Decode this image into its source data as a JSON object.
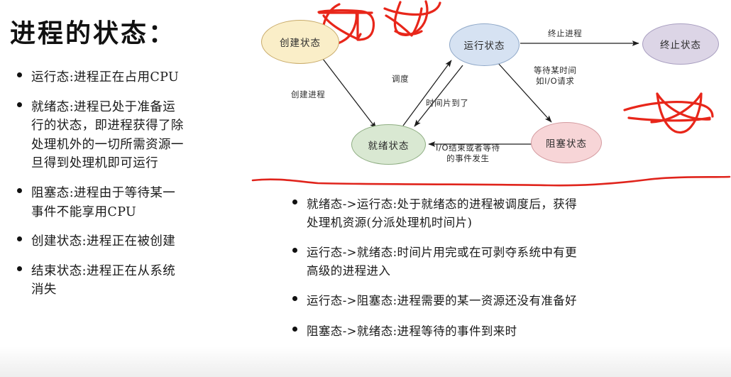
{
  "slide": {
    "title": "进程的状态：",
    "left_bullets": [
      "运行态:进程正在占用CPU",
      "就绪态:进程已处于准备运\n行的状态，即进程获得了除\n处理机外的一切所需资源一\n旦得到处理机即可运行",
      "阻塞态:进程由于等待某一\n事件不能享用CPU",
      "创建状态:进程正在被创建",
      "结束状态:进程正在从系统\n消失"
    ],
    "transition_bullets": [
      "就绪态->运行态:处于就绪态的进程被调度后，获得\n处理机资源(分派处理机时间片)",
      "运行态->就绪态:时间片用完或在可剥夺系统中有更\n高级的进程进入",
      "运行态->阻塞态:进程需要的某一资源还没有准备好",
      "阻塞态->就绪态:进程等待的事件到来时"
    ]
  },
  "diagram": {
    "nodes": [
      {
        "id": "create",
        "label": "创建状态",
        "fill": "#faeec8",
        "stroke": "#c9ab6a"
      },
      {
        "id": "run",
        "label": "运行状态",
        "fill": "#d6e2f2",
        "stroke": "#8fa8c8"
      },
      {
        "id": "terminate",
        "label": "终止状态",
        "fill": "#dcd5e6",
        "stroke": "#a89ec0"
      },
      {
        "id": "ready",
        "label": "就绪状态",
        "fill": "#d9e8d2",
        "stroke": "#8fae83"
      },
      {
        "id": "blocked",
        "label": "阻塞状态",
        "fill": "#f7d5d7",
        "stroke": "#d49ba0"
      }
    ],
    "edges": [
      {
        "from": "create",
        "to": "ready",
        "label": "创建进程"
      },
      {
        "from": "ready",
        "to": "run",
        "label": "调度"
      },
      {
        "from": "run",
        "to": "ready",
        "label": "时间片到了"
      },
      {
        "from": "run",
        "to": "terminate",
        "label": "终止进程"
      },
      {
        "from": "run",
        "to": "blocked",
        "label": "等待某时间\n如I/O请求"
      },
      {
        "from": "blocked",
        "to": "ready",
        "label": "I/O结束或者等待\n的事件发生"
      }
    ],
    "annotation_color": "#e8261a",
    "scribble_count": 3
  }
}
